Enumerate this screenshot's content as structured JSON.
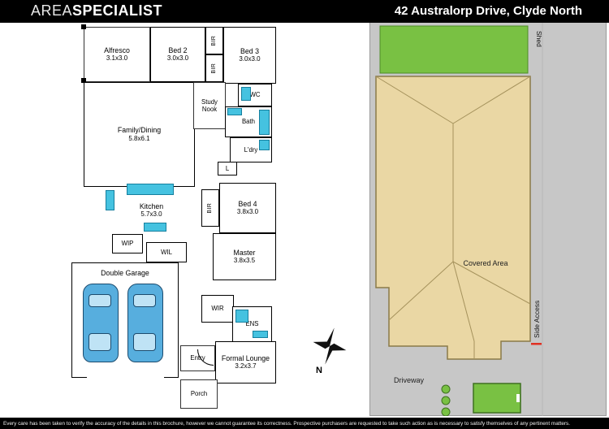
{
  "header": {
    "brand_area": "AREA",
    "brand_specialist": "SPECIALIST",
    "address": "42 Australorp Drive, Clyde North"
  },
  "floorplan": {
    "rooms": {
      "alfresco": {
        "name": "Alfresco",
        "dims": "3.1x3.0"
      },
      "bed2": {
        "name": "Bed 2",
        "dims": "3.0x3.0"
      },
      "bed3": {
        "name": "Bed 3",
        "dims": "3.0x3.0"
      },
      "bed4": {
        "name": "Bed 4",
        "dims": "3.8x3.0"
      },
      "bir": "BIR",
      "wc": "WC",
      "study_nook": "Study Nook",
      "bath": "Bath",
      "family_dining": {
        "name": "Family/Dining",
        "dims": "5.8x6.1"
      },
      "laundry": "L'dry",
      "linen": "L",
      "kitchen": {
        "name": "Kitchen",
        "dims": "5.7x3.0"
      },
      "wip": "WIP",
      "wil": "WIL",
      "master": {
        "name": "Master",
        "dims": "3.8x3.5"
      },
      "garage": "Double Garage",
      "wir": "WIR",
      "ens": "ENS",
      "entry": "Entry",
      "formal_lounge": {
        "name": "Formal Lounge",
        "dims": "3.2x3.7"
      },
      "porch": "Porch"
    },
    "compass": "N"
  },
  "siteplan": {
    "shed": "Shed",
    "covered_area": "Covered Area",
    "side_access": "Side Access",
    "driveway": "Driveway"
  },
  "footer": {
    "disclaimer": "Every care has been taken to verify the accuracy of the details in this brochure, however we cannot guarantee its correctness. Prospective purchasers are requested to take such action as is necessary to satisfy themselves of any pertinent matters."
  },
  "colors": {
    "fixture_cyan": "#45c2e0",
    "grass_green": "#79c143",
    "roof_tan": "#ead7a4",
    "lot_gray": "#c7c7c7",
    "accent_red": "#e03022",
    "bar_black": "#000000"
  }
}
